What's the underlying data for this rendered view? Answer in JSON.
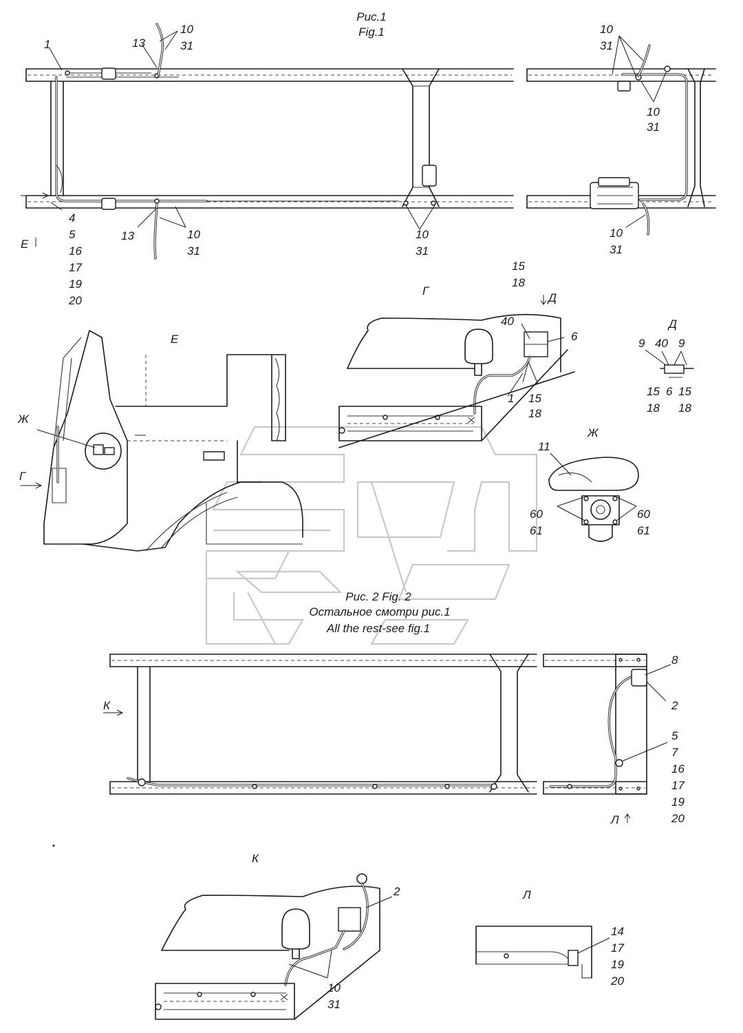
{
  "titles": {
    "fig1_ru": "Рис.1",
    "fig1_en": "Fig.1",
    "fig2": "Рис. 2  Fig. 2",
    "fig2_note_ru": "Остальное смотри рис.1",
    "fig2_note_en": "All the rest-see fig.1"
  },
  "views": {
    "E": "Е",
    "G": "Г",
    "D": "Д",
    "ZH": "Ж",
    "K": "К",
    "L": "Л"
  },
  "callouts": {
    "n1": "1",
    "n2": "2",
    "n4": "4",
    "n5": "5",
    "n6": "6",
    "n7": "7",
    "n8": "8",
    "n9": "9",
    "n10": "10",
    "n11": "11",
    "n13": "13",
    "n14": "14",
    "n15": "15",
    "n16": "16",
    "n17": "17",
    "n18": "18",
    "n19": "19",
    "n20": "20",
    "n31": "31",
    "n40": "40",
    "n60": "60",
    "n61": "61"
  }
}
